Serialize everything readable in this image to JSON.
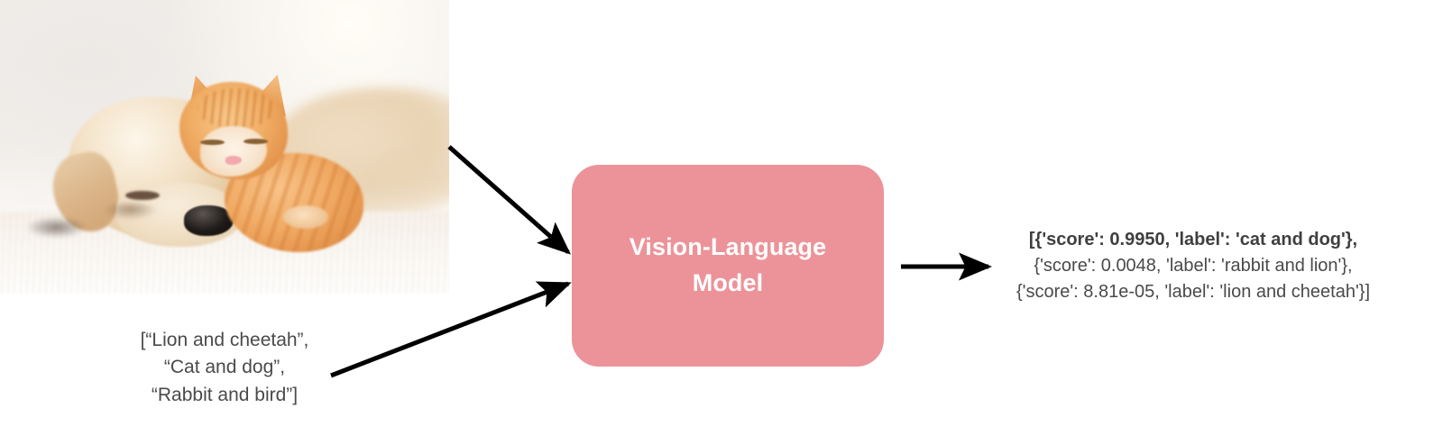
{
  "diagram": {
    "title": "Vision-Language Model zero-shot classification flow",
    "background_color": "#ffffff",
    "accent_color": "#ec9399",
    "text_color": "#4a4a4a"
  },
  "input_image": {
    "name": "puppy-and-kitten-photo",
    "description": "Photograph of a sleeping golden puppy and an orange tabby kitten cuddling on a white blanket",
    "alt": "sleeping puppy and kitten"
  },
  "prompt_list": {
    "name": "candidate-labels",
    "lines": [
      "[“Lion and cheetah”,",
      "“Cat and dog”,",
      "“Rabbit and bird”]"
    ]
  },
  "model": {
    "name": "vision-language-model",
    "label_line_1": "Vision-Language",
    "label_line_2": "Model",
    "label": "Vision-Language Model",
    "fill_color": "#ec9399",
    "text_color": "#ffffff"
  },
  "output": {
    "name": "prediction-list",
    "lines": [
      "[{'score': 0.9950, 'label': 'cat and dog'},",
      "{'score': 0.0048, 'label': 'rabbit and lion'},",
      "{'score': 8.81e-05, 'label': 'lion and cheetah'}]"
    ],
    "predictions": [
      {
        "score": "0.9950",
        "label": "cat and dog",
        "highlighted": true
      },
      {
        "score": "0.0048",
        "label": "rabbit and lion",
        "highlighted": false
      },
      {
        "score": "8.81e-05",
        "label": "lion and cheetah",
        "highlighted": false
      }
    ]
  },
  "arrows": {
    "image_to_model": "arrow-image-to-model",
    "text_to_model": "arrow-text-to-model",
    "model_to_output": "arrow-model-to-output"
  }
}
